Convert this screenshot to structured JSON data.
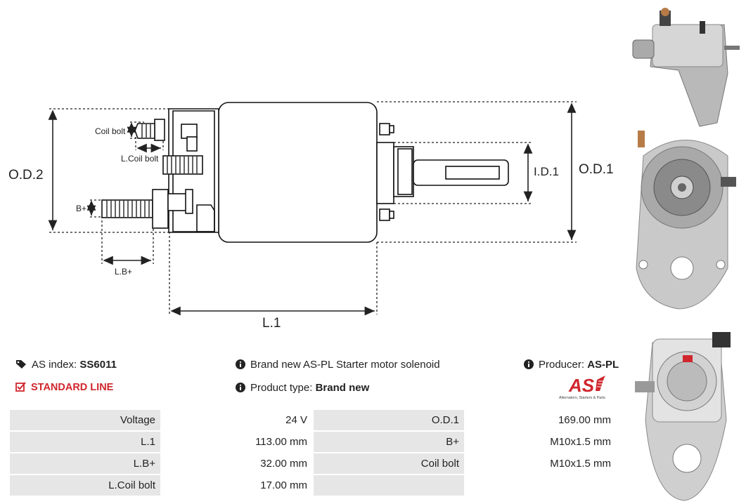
{
  "diagram": {
    "labels": {
      "od2": "O.D.2",
      "od1": "O.D.1",
      "id1": "I.D.1",
      "l1": "L.1",
      "coil_bolt": "Coil bolt",
      "l_coil_bolt": "L.Coil bolt",
      "b_plus": "B+",
      "l_b_plus": "L.B+"
    }
  },
  "info": {
    "as_index_label": "AS index:",
    "as_index_value": "SS6011",
    "standard_line": "STANDARD LINE",
    "description": "Brand new AS-PL Starter motor solenoid",
    "product_type_label": "Product type:",
    "product_type_value": "Brand new",
    "producer_label": "Producer:",
    "producer_value": "AS-PL"
  },
  "logo": {
    "text": "AS",
    "tagline": "Alternators, Starters & Parts",
    "color": "#d0262d"
  },
  "specs": {
    "rows": [
      {
        "k1": "Voltage",
        "v1": "24 V",
        "k2": "O.D.1",
        "v2": "169.00 mm"
      },
      {
        "k1": "L.1",
        "v1": "113.00 mm",
        "k2": "B+",
        "v2": "M10x1.5 mm"
      },
      {
        "k1": "L.B+",
        "v1": "32.00 mm",
        "k2": "Coil bolt",
        "v2": "M10x1.5 mm"
      },
      {
        "k1": "L.Coil bolt",
        "v1": "17.00 mm",
        "k2": "",
        "v2": ""
      }
    ]
  },
  "icons": {
    "tag": "tag-icon",
    "check": "check-square-icon",
    "info": "info-circle-icon"
  }
}
